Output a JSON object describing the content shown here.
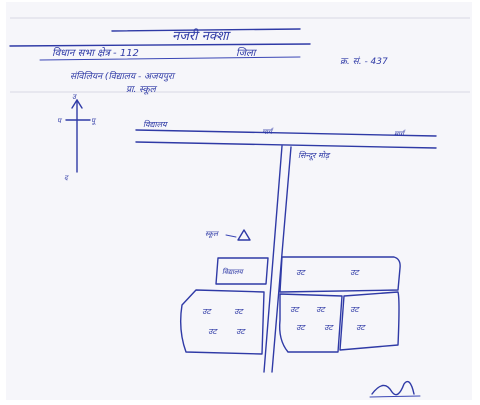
{
  "document": {
    "title": "नजरी नक्शा",
    "header_left": "विधान सभा क्षेत्र - 112",
    "header_mid": "जिला",
    "header_right": "क्र. सं. - 437",
    "subject_line": "संविलियन  (विद्यालय - अजयपुरा",
    "subject_line2": "प्रा. स्कूल",
    "compass": {
      "north": "उ",
      "west": "प",
      "east": "पू",
      "south": "द"
    },
    "road": {
      "left_label": "विद्यालय",
      "center_label": "मार्ग",
      "right_label": "मार्ग",
      "junction_label": "सिन्दूर मोड़"
    },
    "school_label": "स्कूल",
    "left_block_label": "विद्यालय",
    "plot_labels": [
      "उट",
      "उट",
      "उट",
      "उट",
      "उट",
      "उट",
      "उट",
      "उट",
      "उट",
      "उट",
      "उट",
      "उट"
    ],
    "signature": "हस्ताक्षर"
  }
}
